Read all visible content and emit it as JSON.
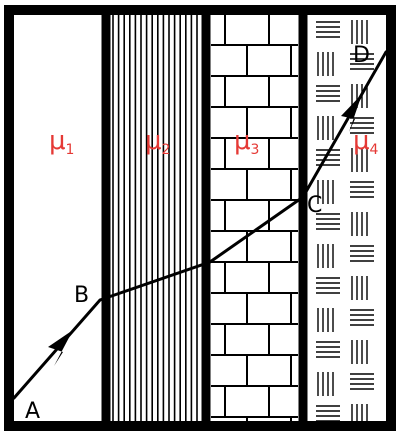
{
  "colors": {
    "outline": "#000000",
    "label_red": "#e53935",
    "background": "#ffffff"
  },
  "media": [
    {
      "symbol": "μ",
      "index": "1",
      "texture": "plain"
    },
    {
      "symbol": "μ",
      "index": "2",
      "texture": "vertical-lines"
    },
    {
      "symbol": "μ",
      "index": "3",
      "texture": "brick"
    },
    {
      "symbol": "μ",
      "index": "4",
      "texture": "dash-clusters"
    }
  ],
  "points": {
    "a": "A",
    "b": "B",
    "c": "C",
    "d": "D"
  }
}
